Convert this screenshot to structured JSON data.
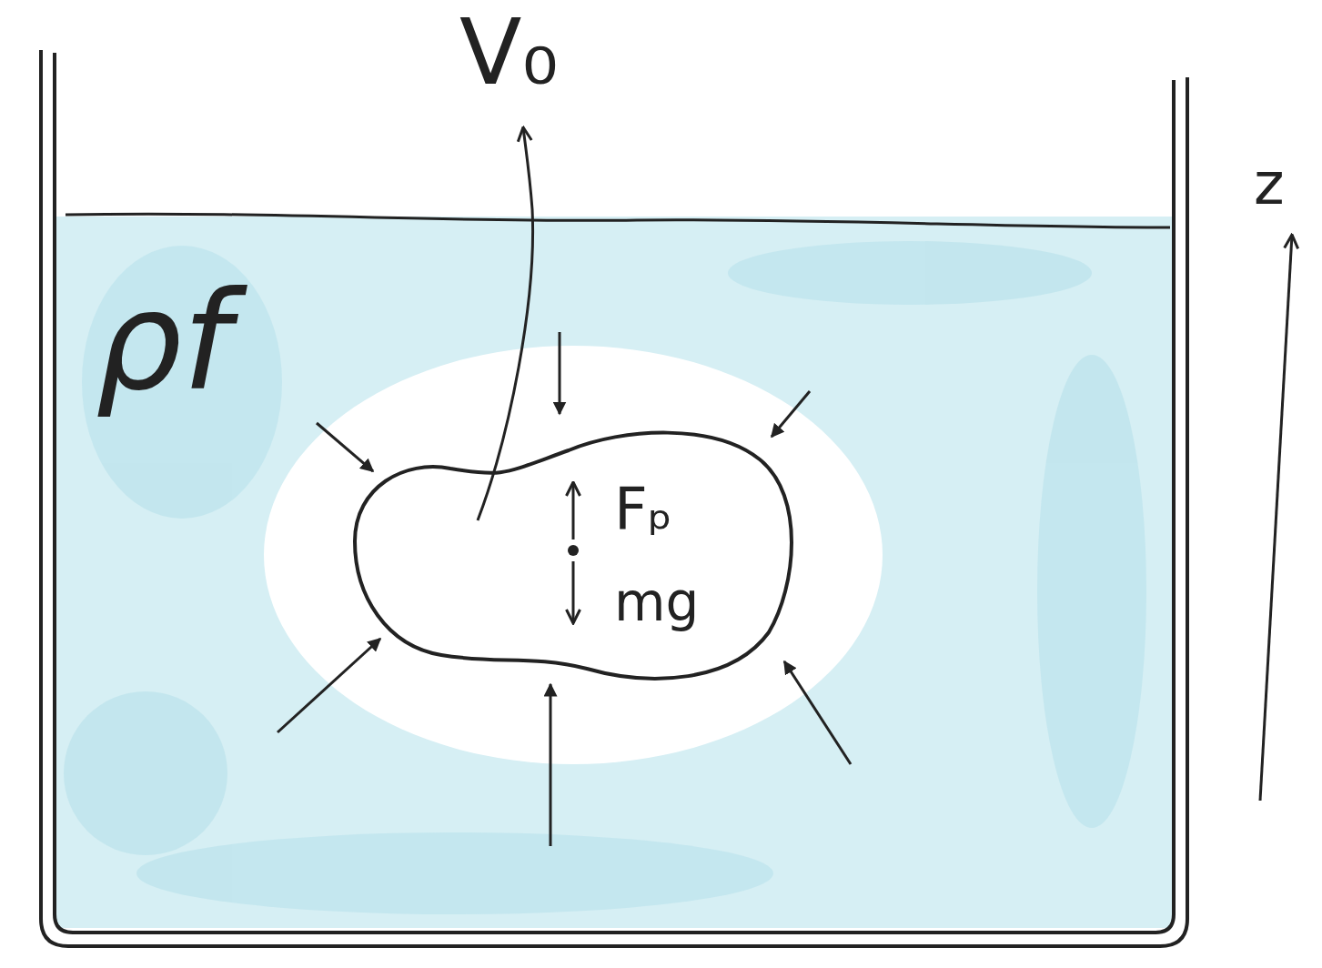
{
  "diagram": {
    "nodes": [
      {
        "text": [
          "ρf"
        ]
      },
      {
        "text": [
          "Fₚ",
          "mg"
        ],
        "in": 0
      }
    ],
    "labels": [
      "V₀",
      "z"
    ]
  }
}
